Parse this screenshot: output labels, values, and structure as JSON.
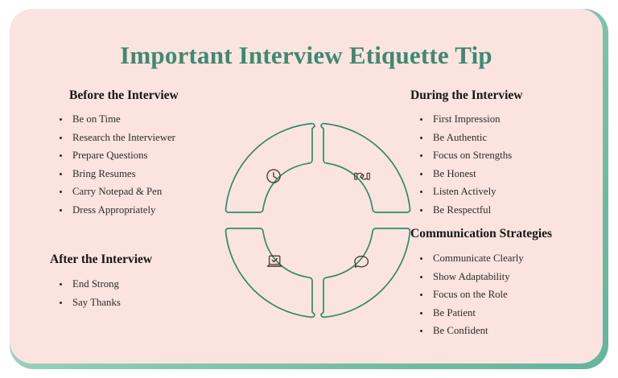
{
  "card": {
    "background": "#fbe3e0",
    "border_accent": "#63b59d"
  },
  "title": {
    "text": "Important Interview Etiquette Tip",
    "color": "#3d8a72"
  },
  "sections": {
    "before": {
      "heading": "Before the Interview",
      "items": [
        "Be on Time",
        "Research the Interviewer",
        "Prepare Questions",
        "Bring Resumes",
        "Carry Notepad & Pen",
        "Dress Appropriately"
      ]
    },
    "after": {
      "heading": "After the Interview",
      "items": [
        "End Strong",
        "Say Thanks"
      ]
    },
    "during": {
      "heading": "During the Interview",
      "items": [
        "First Impression",
        "Be Authentic",
        "Focus on Strengths",
        "Be Honest",
        "Listen Actively",
        "Be Respectful"
      ]
    },
    "communication": {
      "heading": "Communication Strategies",
      "items": [
        "Communicate Clearly",
        "Show Adaptability",
        "Focus on the Role",
        "Be Patient",
        "Be Confident"
      ]
    }
  },
  "diagram": {
    "stroke_color": "#2e8b6b",
    "icon_color": "#4a3b38",
    "segments": [
      {
        "position": "top-left",
        "icon": "clock-icon"
      },
      {
        "position": "top-right",
        "icon": "handshake-icon"
      },
      {
        "position": "bottom-left",
        "icon": "laptop-check-icon"
      },
      {
        "position": "bottom-right",
        "icon": "speech-bubble-icon"
      }
    ]
  }
}
